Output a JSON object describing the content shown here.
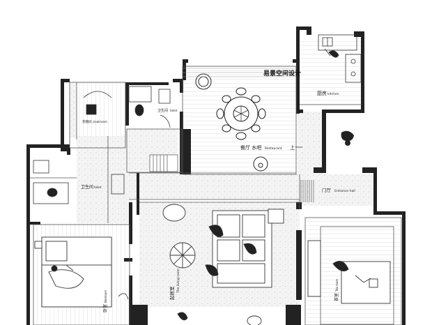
{
  "brand": {
    "name": "易景空间设计"
  },
  "rooms": {
    "kitchen": {
      "cn": "厨房",
      "en": "kitchen"
    },
    "restaurant": {
      "cn": "餐厅 水吧",
      "en": "Restaurant"
    },
    "up_arrow": "上",
    "toilet_top": {
      "cn": "卫生间",
      "en": "toilet"
    },
    "cloakroom": {
      "cn": "衣帽间",
      "en": "cloakroom"
    },
    "toilet_left": {
      "cn": "卫生间",
      "en": "toilet"
    },
    "entrance": {
      "cn": "门厅",
      "en": "Entrance hall"
    },
    "living": {
      "cn": "起居室",
      "en": "The living room"
    },
    "bedroom_left": {
      "cn": "卧室",
      "en": "Bedroom"
    },
    "bedroom_right": {
      "cn": "茶室",
      "en": "Tea room"
    }
  }
}
